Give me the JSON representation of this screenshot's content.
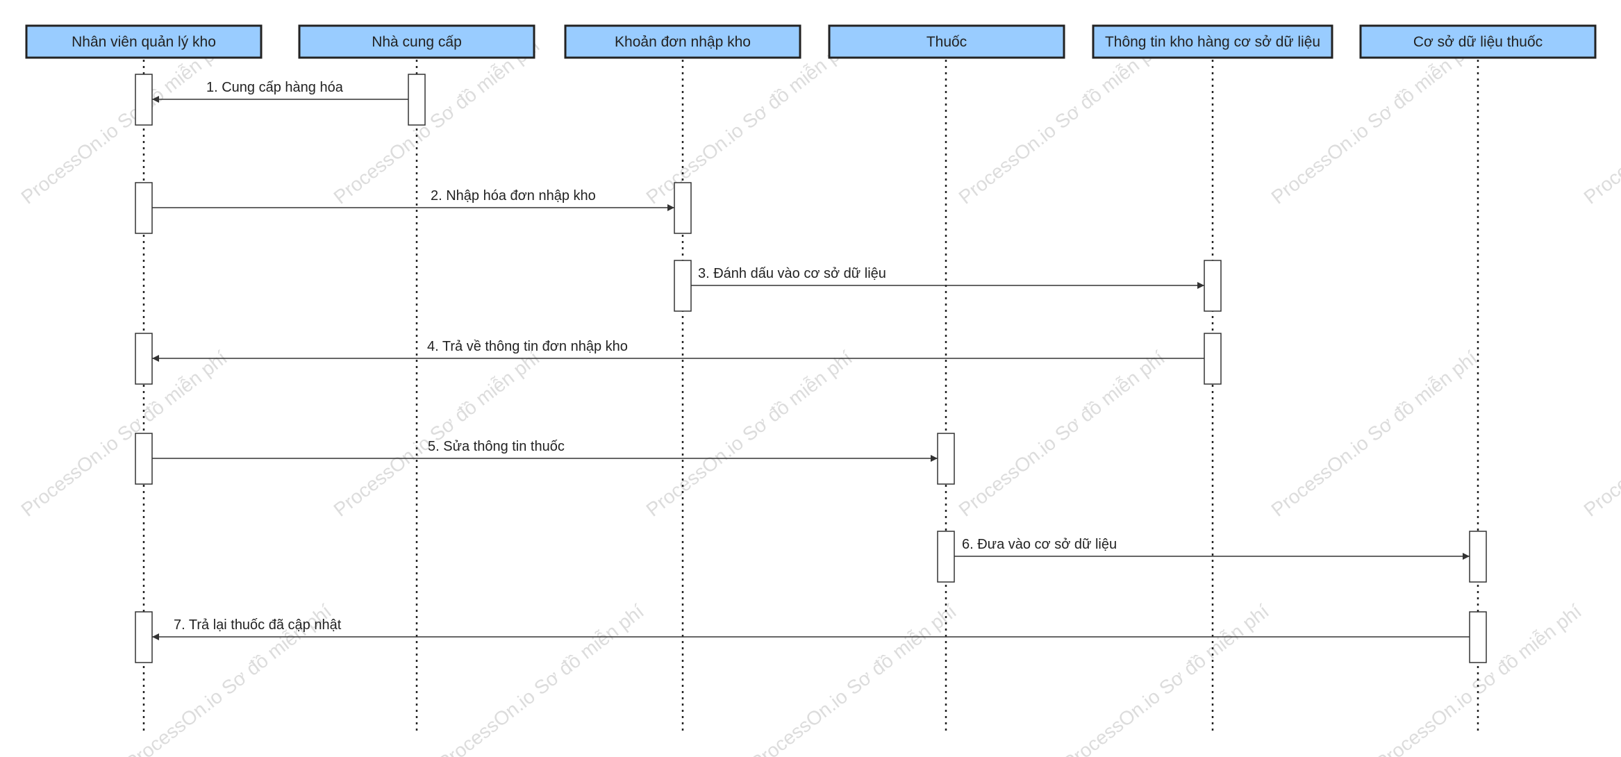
{
  "diagram": {
    "type": "sequence",
    "participant_fill": "#99ccff",
    "watermark": "ProcessOn.io Sơ đồ miễn phí",
    "participants": [
      {
        "id": "staff",
        "label": "Nhân viên quản lý kho"
      },
      {
        "id": "supplier",
        "label": "Nhà cung cấp"
      },
      {
        "id": "receipt",
        "label": "Khoản đơn nhập kho"
      },
      {
        "id": "drug",
        "label": "Thuốc"
      },
      {
        "id": "warehouse_db",
        "label": "Thông tin kho hàng cơ sở dữ liệu"
      },
      {
        "id": "drug_db",
        "label": "Cơ sở dữ liệu thuốc"
      }
    ],
    "messages": [
      {
        "from": "supplier",
        "to": "staff",
        "label": "1. Cung cấp hàng hóa"
      },
      {
        "from": "staff",
        "to": "receipt",
        "label": "2. Nhập hóa đơn nhập kho"
      },
      {
        "from": "receipt",
        "to": "warehouse_db",
        "label": "3. Đánh dấu vào cơ sở dữ liệu"
      },
      {
        "from": "warehouse_db",
        "to": "staff",
        "label": "4. Trả về thông tin đơn nhập kho"
      },
      {
        "from": "staff",
        "to": "drug",
        "label": "5. Sửa thông tin thuốc"
      },
      {
        "from": "drug",
        "to": "drug_db",
        "label": "6. Đưa vào cơ sở dữ liệu"
      },
      {
        "from": "drug_db",
        "to": "staff",
        "label": "7. Trả lại thuốc đã cập nhật"
      }
    ]
  }
}
